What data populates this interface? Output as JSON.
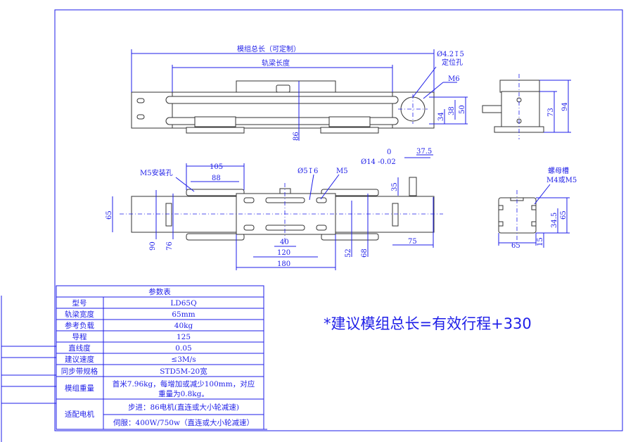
{
  "colors": {
    "line": "#1e1ee8",
    "part": "#333333"
  },
  "note": "*建议模组总长=有效行程+330",
  "top_view": {
    "overall_length": "模组总长（可定制）",
    "beam_length": "轨梁长度",
    "pin_hole": "Ø4.2↧5",
    "pin_hole_label": "定位孔",
    "m6": "M6",
    "d86": "86",
    "d34": "34",
    "d38": "38",
    "d50": "50"
  },
  "end_view": {
    "d73": "73",
    "d94": "94"
  },
  "bottom_view": {
    "m5_mount": "M5安装孔",
    "d105": "105",
    "d88": "88",
    "hole5": "Ø5↧6",
    "m5": "M5",
    "tol_upper": "0",
    "shaft_dia": "Ø14 -0.02",
    "d37_5": "37.5",
    "d35": "35",
    "d65": "65",
    "d90": "90",
    "d76": "76",
    "d40": "40",
    "d120": "120",
    "d180": "180",
    "d52": "52",
    "d68": "68",
    "d75": "75"
  },
  "section_view": {
    "nut_slot": "螺母槽",
    "nut_size": "M4或M5",
    "d65w": "65",
    "d65h": "65",
    "d34_5": "34.5",
    "d15": "15"
  },
  "table": {
    "title": "参数表",
    "rows": [
      {
        "label": "型号",
        "value": "LD65Q"
      },
      {
        "label": "轨梁宽度",
        "value": "65mm"
      },
      {
        "label": "参考负载",
        "value": "40kg"
      },
      {
        "label": "导程",
        "value": "125"
      },
      {
        "label": "直线度",
        "value": "0.05"
      },
      {
        "label": "建议速度",
        "value": "≤3M/s"
      },
      {
        "label": "同步带规格",
        "value": "STD5M-20宽"
      },
      {
        "label": "模组重量",
        "value": "首米7.96kg，每增加或减少100mm，对应",
        "value2": "重量为0.8kg。"
      },
      {
        "label": "适配电机",
        "value": "步进：86电机(直连或大小轮减速)",
        "value2": "伺服：400W/750w（直连或大小轮减速）"
      }
    ]
  }
}
